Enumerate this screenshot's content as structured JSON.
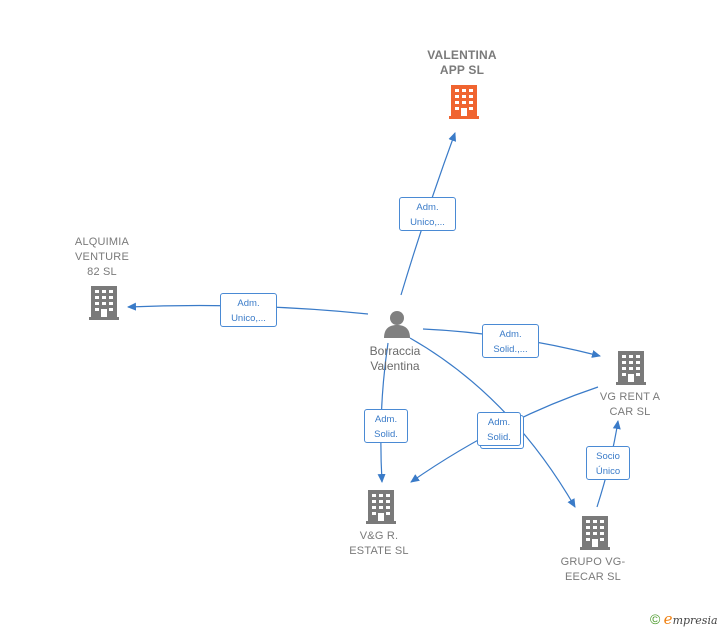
{
  "colors": {
    "edge": "#3a7bc8",
    "company_icon": "#7a7a7a",
    "main_company_icon": "#f06430",
    "person_icon": "#808080"
  },
  "person": {
    "name_line1": "Borraccia",
    "name_line2": "Valentina",
    "icon": "person-icon"
  },
  "companies": {
    "valentina_app": {
      "line1": "VALENTINA",
      "line2": "APP  SL",
      "icon": "building-icon"
    },
    "alquimia": {
      "line1": "ALQUIMIA",
      "line2": "VENTURE",
      "line3": "82  SL",
      "icon": "building-icon"
    },
    "vg_rent": {
      "line1": "VG RENT A",
      "line2": "CAR  SL",
      "icon": "building-icon"
    },
    "vg_estate": {
      "line1": "V&G R.",
      "line2": "ESTATE  SL",
      "icon": "building-icon"
    },
    "grupo_vg": {
      "line1": "GRUPO VG-",
      "line2": "EECAR  SL",
      "icon": "building-icon"
    }
  },
  "edges": {
    "to_valentina_app": {
      "line1": "Adm.",
      "line2": "Unico,..."
    },
    "to_alquimia": {
      "line1": "Adm.",
      "line2": "Unico,..."
    },
    "to_vg_rent": {
      "line1": "Adm.",
      "line2": "Solid.,..."
    },
    "to_vg_estate": {
      "line1": "Adm.",
      "line2": "Solid."
    },
    "multi": {
      "line1": "Adm.",
      "line2": "Solid."
    },
    "grupo_to_rent": {
      "line1": "Socio",
      "line2": "Único"
    }
  },
  "branding": {
    "copyright": "©",
    "e": "e",
    "rest": "mpresia"
  }
}
